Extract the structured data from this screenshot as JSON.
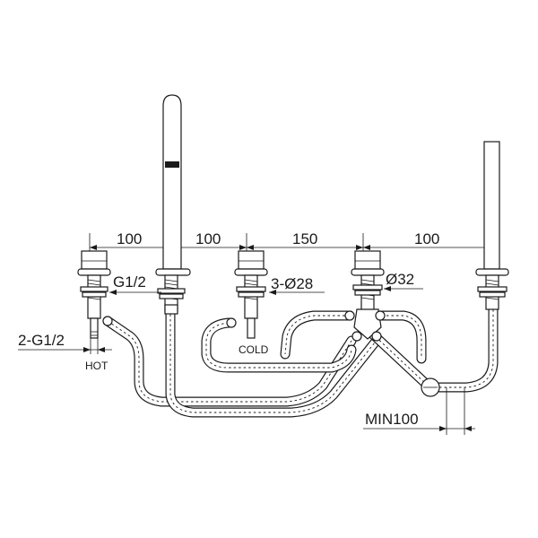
{
  "dimensions": {
    "spacing_1": "100",
    "spacing_2": "100",
    "spacing_3": "150",
    "spacing_4": "100",
    "thread_inlet": "G1/2",
    "hole_count_diameter": "3-Ø28",
    "hole_diameter_large": "Ø32",
    "supply_threads": "2-G1/2",
    "min_clearance": "MIN100"
  },
  "labels": {
    "hot": "HOT",
    "cold": "COLD"
  },
  "colors": {
    "line": "#1a1a1a",
    "background": "#ffffff"
  }
}
